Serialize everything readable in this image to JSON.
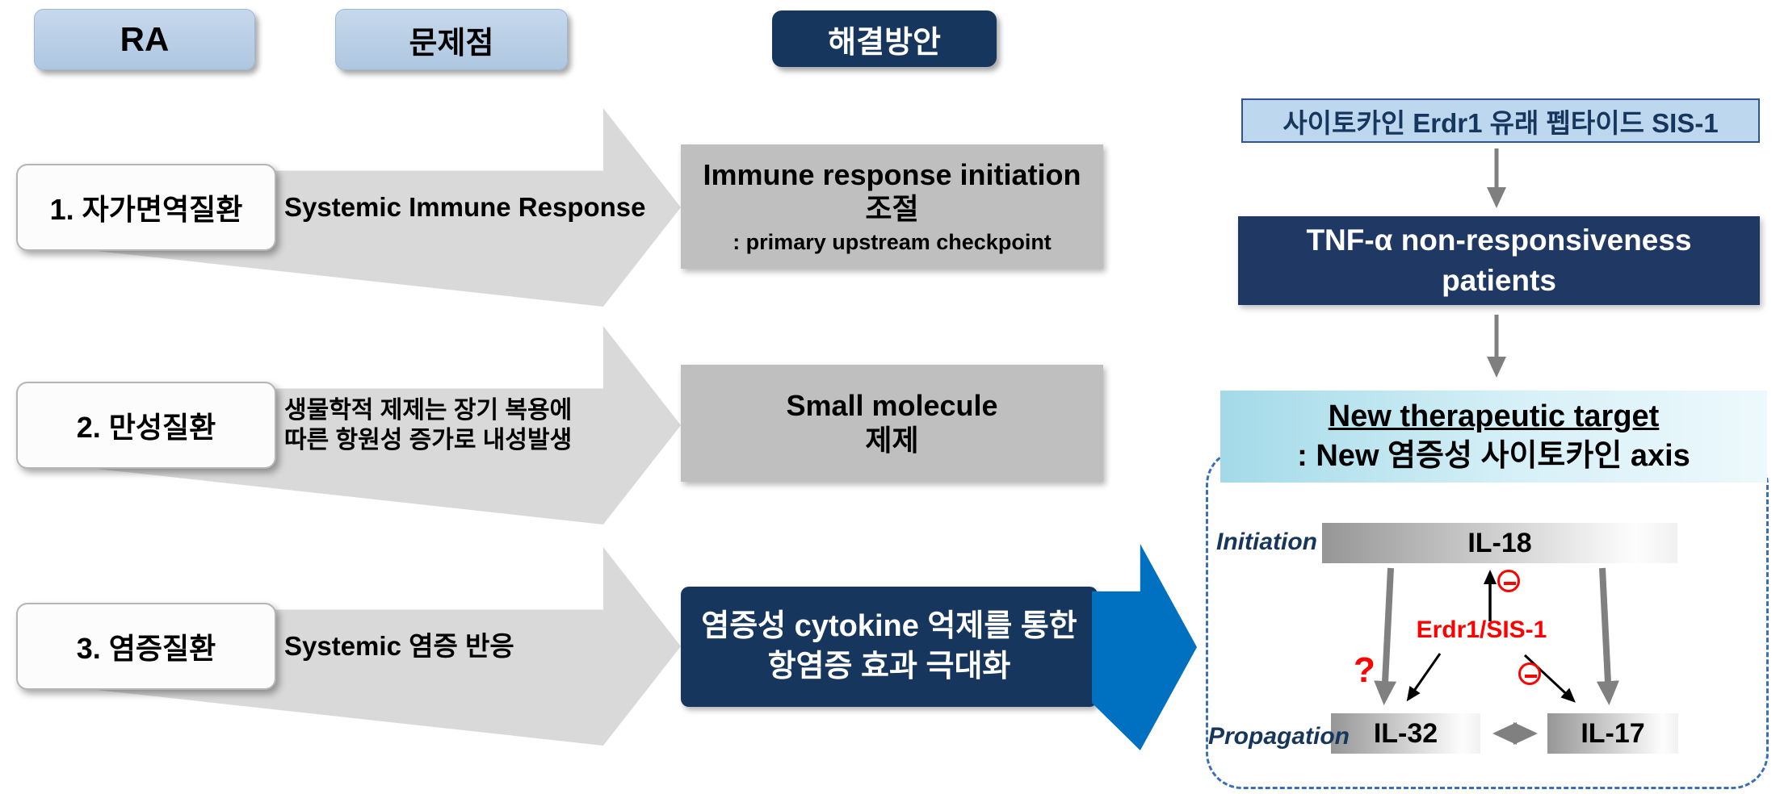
{
  "headers": {
    "ra": "RA",
    "problem": "문제점",
    "solution": "해결방안"
  },
  "rows": [
    {
      "label": "1. 자가면역질환",
      "problem": [
        "Systemic Immune Response"
      ],
      "solution": [
        "Immune response initiation",
        "조절"
      ],
      "note": ": primary upstream checkpoint"
    },
    {
      "label": "2. 만성질환",
      "problem": [
        "생물학적 제제는 장기 복용에",
        "따른 항원성 증가로 내성발생"
      ],
      "solution": [
        "Small molecule",
        "제제"
      ]
    },
    {
      "label": "3. 염증질환",
      "problem": [
        "Systemic 염증 반응"
      ],
      "solution": [
        "염증성 cytokine 억제를 통한",
        "항염증 효과 극대화"
      ]
    }
  ],
  "right_panel": {
    "peptide_box": "사이토카인 Erdr1 유래 펩타이드 SIS-1",
    "tnf_box": [
      "TNF-α non-responsiveness",
      "patients"
    ],
    "target_box": [
      "New therapeutic target",
      ": New 염증성 사이토카인 axis"
    ],
    "axis": {
      "initiation": "Initiation",
      "propagation": "Propagation",
      "il18": "IL-18",
      "il32": "IL-32",
      "il17": "IL-17",
      "inhibitor": "Erdr1/SIS-1",
      "question": "?"
    }
  },
  "icons": {
    "inhibition": "circled-minus",
    "flow_band": "right-arrow-band",
    "big_arrow": "right-arrow",
    "connector": "down-arrow"
  },
  "colors": {
    "navy": "#17365d",
    "navy_box": "#1f3864",
    "light_blue_pill": "#b9cde3",
    "peptide_blue": "#bdd7ee",
    "band_gray": "#d9d9d9",
    "box_gray": "#bfbfbf",
    "arrow_blue": "#0070c0",
    "red": "#ff0000",
    "dashed_blue": "#3a6eb5",
    "arrow_gray": "#808080",
    "target_cyan": "#a3dae8"
  }
}
